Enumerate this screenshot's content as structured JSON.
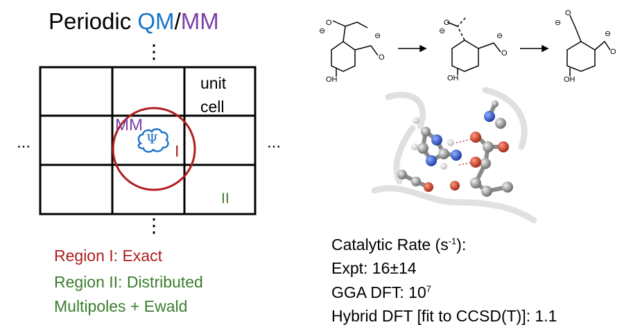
{
  "title": {
    "prefix": "Periodic ",
    "qm": "QM",
    "slash": "/",
    "mm": "MM"
  },
  "grid": {
    "unit_cell_line1": "unit",
    "unit_cell_line2": "cell",
    "mm_label": "MM",
    "psi_symbol": "Ψ",
    "region1_label": "I",
    "region2_label": "II",
    "vdots": "⋮",
    "hdots": "..."
  },
  "regions": {
    "region1": "Region I: Exact",
    "region2": "Region II: Distributed",
    "region2_cont": "Multipoles + Ewald"
  },
  "rates": {
    "heading_prefix": "Catalytic Rate (s",
    "heading_exp": "-1",
    "heading_suffix": "):",
    "expt": "Expt: 16±14",
    "gga_prefix": "GGA DFT:  10",
    "gga_exp": "7",
    "hybrid": "Hybrid DFT [fit to CCSD(T)]: 1.1"
  },
  "chemistry": {
    "oh": "OH",
    "o": "O",
    "minus": "⊖"
  },
  "colors": {
    "qm": "#1a73c9",
    "mm": "#7b3fa6",
    "region1": "#b01c1c",
    "region2": "#3a7d2c"
  }
}
